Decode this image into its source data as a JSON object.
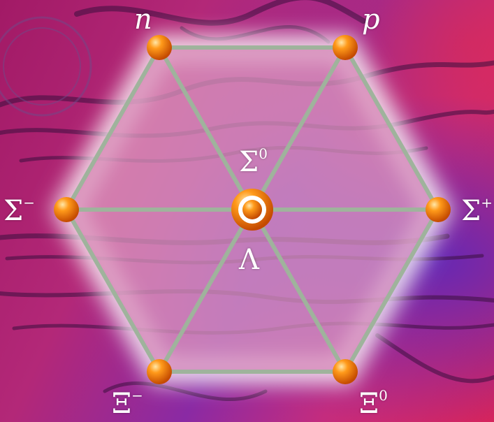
{
  "diagram": {
    "nodes": [
      {
        "id": "n",
        "symbol": "n",
        "superscript": "",
        "italic": true
      },
      {
        "id": "p",
        "symbol": "p",
        "superscript": "",
        "italic": true
      },
      {
        "id": "sigma-minus",
        "symbol": "Σ",
        "superscript": "−",
        "italic": false
      },
      {
        "id": "sigma-plus",
        "symbol": "Σ",
        "superscript": "+",
        "italic": false
      },
      {
        "id": "sigma-zero",
        "symbol": "Σ",
        "superscript": "0",
        "italic": false
      },
      {
        "id": "lambda",
        "symbol": "Λ",
        "superscript": "",
        "italic": false
      },
      {
        "id": "xi-minus",
        "symbol": "Ξ",
        "superscript": "−",
        "italic": false
      },
      {
        "id": "xi-zero",
        "symbol": "Ξ",
        "superscript": "0",
        "italic": false
      }
    ],
    "colors": {
      "node": "#ff8a10",
      "node_highlight": "#ffd27a",
      "edge": "#9fb39c",
      "glow": "#ffffff",
      "label": "#ffffff"
    }
  }
}
